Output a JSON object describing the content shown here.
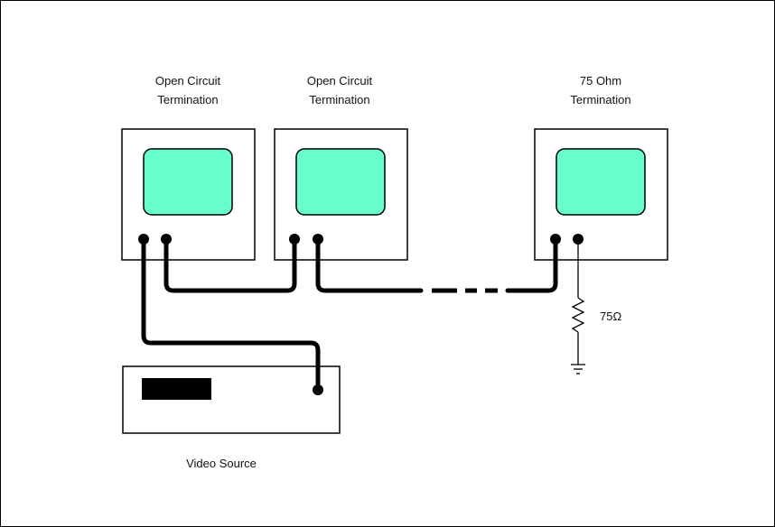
{
  "colors": {
    "screen_fill": "#66ffcc",
    "line": "#000000",
    "source_display": "#000000"
  },
  "monitors": [
    {
      "line1": "Open Circuit",
      "line2": "Termination"
    },
    {
      "line1": "Open Circuit",
      "line2": "Termination"
    },
    {
      "line1": "75 Ohm",
      "line2": "Termination"
    }
  ],
  "resistor_label": "75Ω",
  "video_source_label": "Video Source"
}
